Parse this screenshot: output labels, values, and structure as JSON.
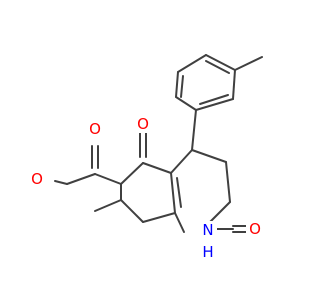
{
  "molecule": {
    "atoms": {
      "o_carbonyl_ester": {
        "symbol": "O",
        "color": "#ff0000"
      },
      "o_methoxy": {
        "symbol": "O",
        "color": "#ff0000"
      },
      "o_ketone": {
        "symbol": "O",
        "color": "#ff0000"
      },
      "o_lactam": {
        "symbol": "O",
        "color": "#ff0000"
      },
      "n_h": {
        "symbol": "N",
        "color": "#0000ff"
      },
      "h_on_n": {
        "symbol": "H",
        "color": "#0000ff"
      }
    },
    "bond_color": "#404040"
  }
}
